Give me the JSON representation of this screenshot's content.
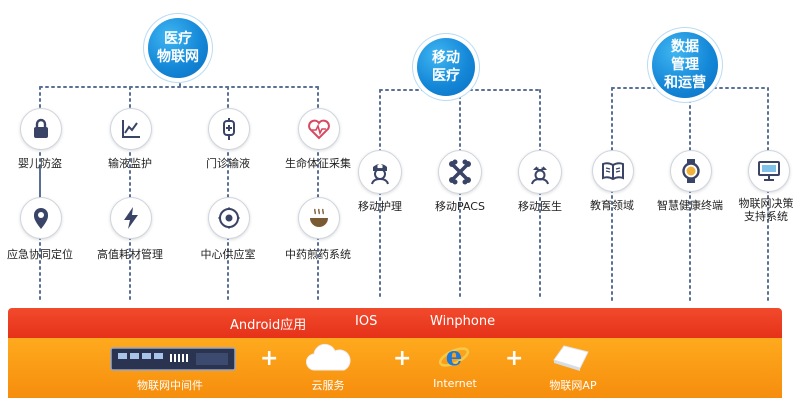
{
  "hubs": {
    "medical_iot": {
      "line1": "医疗",
      "line2": "物联网"
    },
    "mobile_medical": {
      "line1": "移动",
      "line2": "医疗"
    },
    "data_mgmt": {
      "line1": "数据",
      "line2": "管理",
      "line3": "和运营"
    }
  },
  "nodes": {
    "infant_antitheft": "婴儿防盗",
    "infusion_monitor": "输液监护",
    "outpatient_infusion": "门诊输液",
    "vital_signs": "生命体征采集",
    "emergency_locate": "应急协同定位",
    "consumables_mgmt": "高值耗材管理",
    "central_supply": "中心供应室",
    "herbal_decoction": "中药煎药系统",
    "mobile_nursing": "移动护理",
    "mobile_pacs": "移动PACS",
    "mobile_doctor": "移动医生",
    "education": "教育领域",
    "smart_health": "智慧健康终端",
    "decision_support_line1": "物联网决策",
    "decision_support_line2": "支持系统"
  },
  "platforms": {
    "android": "Android应用",
    "ios": "IOS",
    "winphone": "Winphone"
  },
  "infrastructure": {
    "middleware": "物联网中间件",
    "cloud": "云服务",
    "internet": "Internet",
    "iot_ap": "物联网AP",
    "plus": "+"
  },
  "colors": {
    "hub_blue": "#1588d8",
    "red_band": "#e53219",
    "orange_band": "#f68d0d",
    "wire": "#5a6f96"
  }
}
